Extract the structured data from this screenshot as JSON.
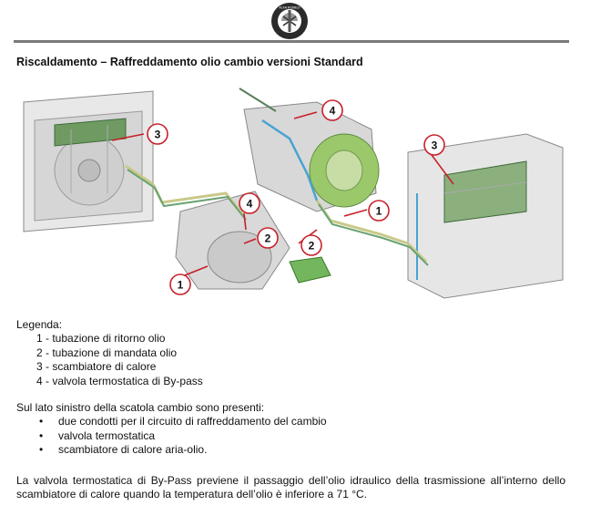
{
  "header": {
    "logo_icon": "alfa-romeo-badge-icon",
    "logo_text": "ALFA ROMEO",
    "rule_color": "#7a7a7a"
  },
  "title": "Riscaldamento – Raffreddamento olio cambio versioni Standard",
  "diagram": {
    "callouts": [
      "3",
      "4",
      "3",
      "4",
      "1",
      "2",
      "2",
      "1"
    ],
    "callout_color": "#c8202a"
  },
  "legend": {
    "heading": "Legenda:",
    "items": [
      "1 -  tubazione di ritorno olio",
      "2 -  tubazione di mandata olio",
      "3 -  scambiatore di calore",
      "4 -  valvola termostatica di By-pass"
    ]
  },
  "side": {
    "intro": "Sul lato sinistro della scatola cambio sono presenti:",
    "bullet_symbol": "•",
    "items": [
      "due condotti per il circuito di raffreddamento del cambio",
      "valvola termostatica",
      "scambiatore di calore aria-olio."
    ]
  },
  "paragraph": "La valvola termostatica di By-Pass previene il passaggio dell’olio idraulico della trasmissione all’interno dello scambiatore di calore quando la temperatura dell’olio è inferiore a 71 °C."
}
